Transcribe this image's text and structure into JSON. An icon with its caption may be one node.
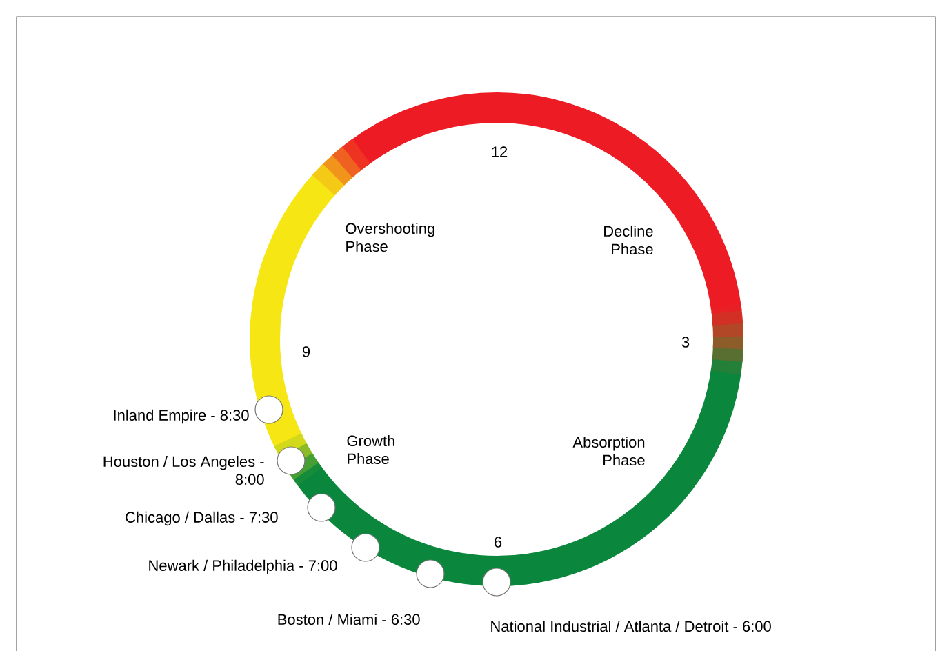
{
  "diagram": {
    "nodes": [
      {
        "text": [],
        "shape": "circle",
        "beside": [
          "Inland Empire - 8:30"
        ]
      },
      {
        "text": [],
        "shape": "circle",
        "beside": [
          "Houston / Los Angeles - 8:00"
        ]
      },
      {
        "text": [],
        "shape": "circle",
        "beside": [
          "Chicago / Dallas - 7:30"
        ]
      },
      {
        "text": [],
        "shape": "circle",
        "beside": [
          "Newark / Philadelphia - 7:00"
        ]
      },
      {
        "text": [],
        "shape": "circle",
        "beside": [
          "Boston / Miami - 6:30"
        ]
      },
      {
        "text": [],
        "shape": "circle",
        "beside": [
          "National Industrial / Atlanta / Detroit - 6:00"
        ]
      }
    ],
    "labels": [
      "12",
      "Overshooting Phase",
      "Decline Phase",
      "9",
      "3",
      "Growth Phase",
      "Absorption Phase",
      "6"
    ]
  }
}
